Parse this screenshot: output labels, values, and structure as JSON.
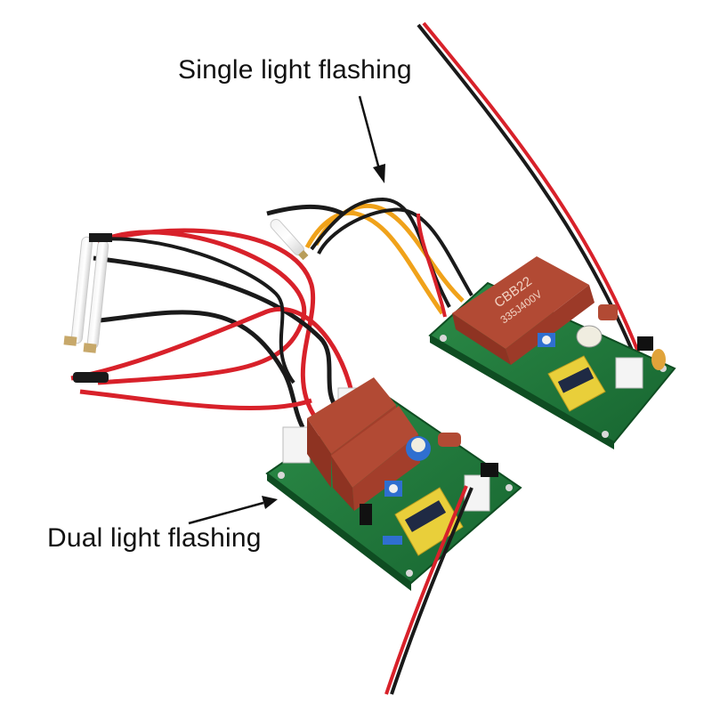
{
  "labels": {
    "single": "Single light flashing",
    "dual": "Dual light flashing"
  },
  "single_module": {
    "capacitor_line1": "CBB22",
    "capacitor_line2": "335J400V"
  },
  "colors": {
    "background": "#ffffff",
    "pcb_green": "#1f7a3a",
    "capacitor": "#a8402c",
    "wire_red": "#d8212a",
    "wire_black": "#1a1a1a",
    "wire_orange": "#f0a21a",
    "transformer": "#e9cf3a"
  }
}
